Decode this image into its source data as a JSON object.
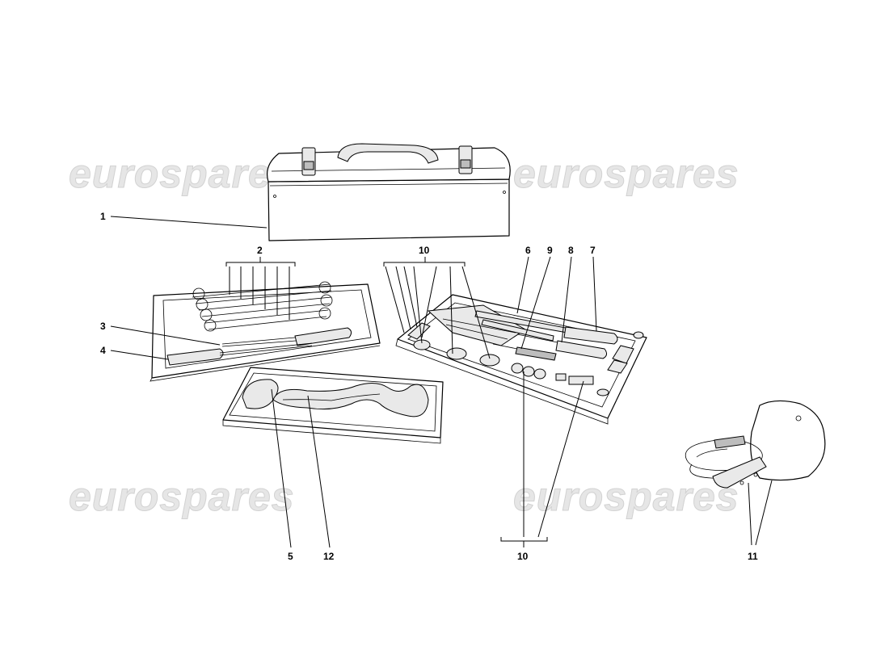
{
  "watermark": {
    "text": "eurospares",
    "color": "#d8d8d8"
  },
  "callouts": {
    "c1": "1",
    "c2": "2",
    "c3": "3",
    "c4": "4",
    "c5": "5",
    "c6": "6",
    "c7": "7",
    "c8": "8",
    "c9": "9",
    "c10_top": "10",
    "c10_bottom": "10",
    "c11": "11",
    "c12": "12"
  }
}
